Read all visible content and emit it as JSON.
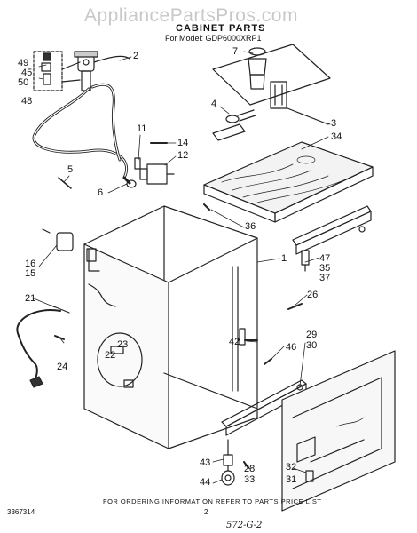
{
  "header": {
    "watermark": "AppliancePartsPros.com",
    "title": "CABINET PARTS",
    "model": "For Model: GDP6000XRP1"
  },
  "callouts": [
    {
      "id": "c49",
      "label": "49"
    },
    {
      "id": "c45",
      "label": "45"
    },
    {
      "id": "c50",
      "label": "50"
    },
    {
      "id": "c48",
      "label": "48"
    },
    {
      "id": "c2",
      "label": "2"
    },
    {
      "id": "c7",
      "label": "7"
    },
    {
      "id": "c4",
      "label": "4"
    },
    {
      "id": "c3",
      "label": "3"
    },
    {
      "id": "c34",
      "label": "34"
    },
    {
      "id": "c11",
      "label": "11"
    },
    {
      "id": "c14",
      "label": "14"
    },
    {
      "id": "c12",
      "label": "12"
    },
    {
      "id": "c5",
      "label": "5"
    },
    {
      "id": "c6",
      "label": "6"
    },
    {
      "id": "c36",
      "label": "36"
    },
    {
      "id": "c1",
      "label": "1"
    },
    {
      "id": "c47",
      "label": "47"
    },
    {
      "id": "c35",
      "label": "35"
    },
    {
      "id": "c37",
      "label": "37"
    },
    {
      "id": "c16",
      "label": "16"
    },
    {
      "id": "c15",
      "label": "15"
    },
    {
      "id": "c21",
      "label": "21"
    },
    {
      "id": "c26",
      "label": "26"
    },
    {
      "id": "c23",
      "label": "23"
    },
    {
      "id": "c22",
      "label": "22"
    },
    {
      "id": "c42",
      "label": "42"
    },
    {
      "id": "c46",
      "label": "46"
    },
    {
      "id": "c29",
      "label": "29"
    },
    {
      "id": "c30",
      "label": "30"
    },
    {
      "id": "c24",
      "label": "24"
    },
    {
      "id": "c43",
      "label": "43"
    },
    {
      "id": "c44",
      "label": "44"
    },
    {
      "id": "c28",
      "label": "28"
    },
    {
      "id": "c33",
      "label": "33"
    },
    {
      "id": "c32",
      "label": "32"
    },
    {
      "id": "c31",
      "label": "31"
    }
  ],
  "footer": {
    "note": "FOR ORDERING INFORMATION REFER TO PARTS PRICE LIST",
    "part_number": "3367314",
    "page": "2",
    "handwritten": "572-G-2"
  }
}
